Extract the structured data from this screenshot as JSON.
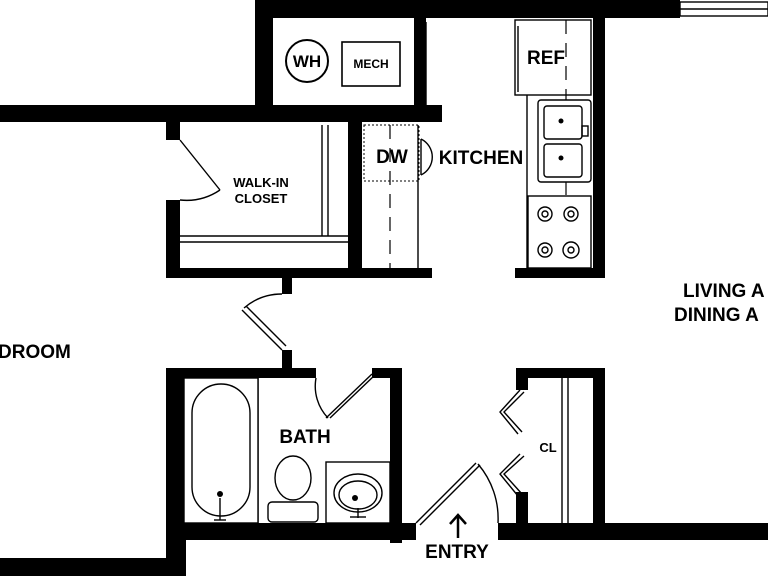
{
  "rooms": {
    "water_heater": "WH",
    "mechanical": "MECH",
    "refrigerator": "REF",
    "dishwasher": "DW",
    "kitchen": "KITCHEN",
    "closet_line1": "WALK-IN",
    "closet_line2": "CLOSET",
    "living_line1": "LIVING A",
    "living_line2": "DINING A",
    "bedroom": "DROOM",
    "bath": "BATH",
    "small_closet": "CL",
    "entry": "ENTRY"
  },
  "colors": {
    "wall": "#000000",
    "background": "#ffffff"
  },
  "icons": {
    "entry_arrow": "arrow-up-icon"
  }
}
